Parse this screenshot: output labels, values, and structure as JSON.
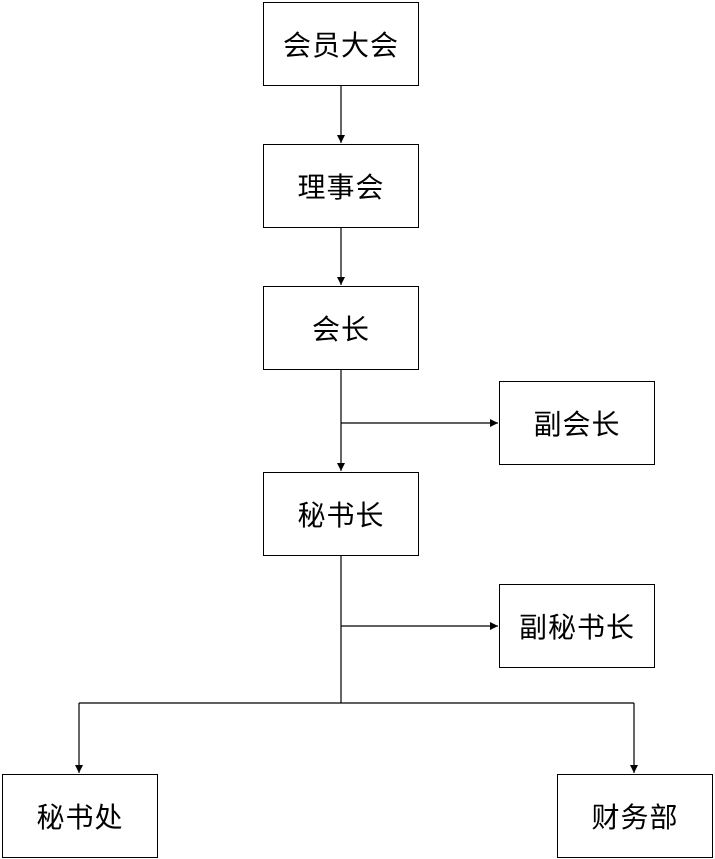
{
  "org_chart": {
    "nodes": {
      "general_assembly": "会员大会",
      "council": "理事会",
      "president": "会长",
      "vice_president": "副会长",
      "secretary_general": "秘书长",
      "deputy_secretary_general": "副秘书长",
      "secretariat": "秘书处",
      "finance_dept": "财务部"
    },
    "line_color": "#000000"
  }
}
